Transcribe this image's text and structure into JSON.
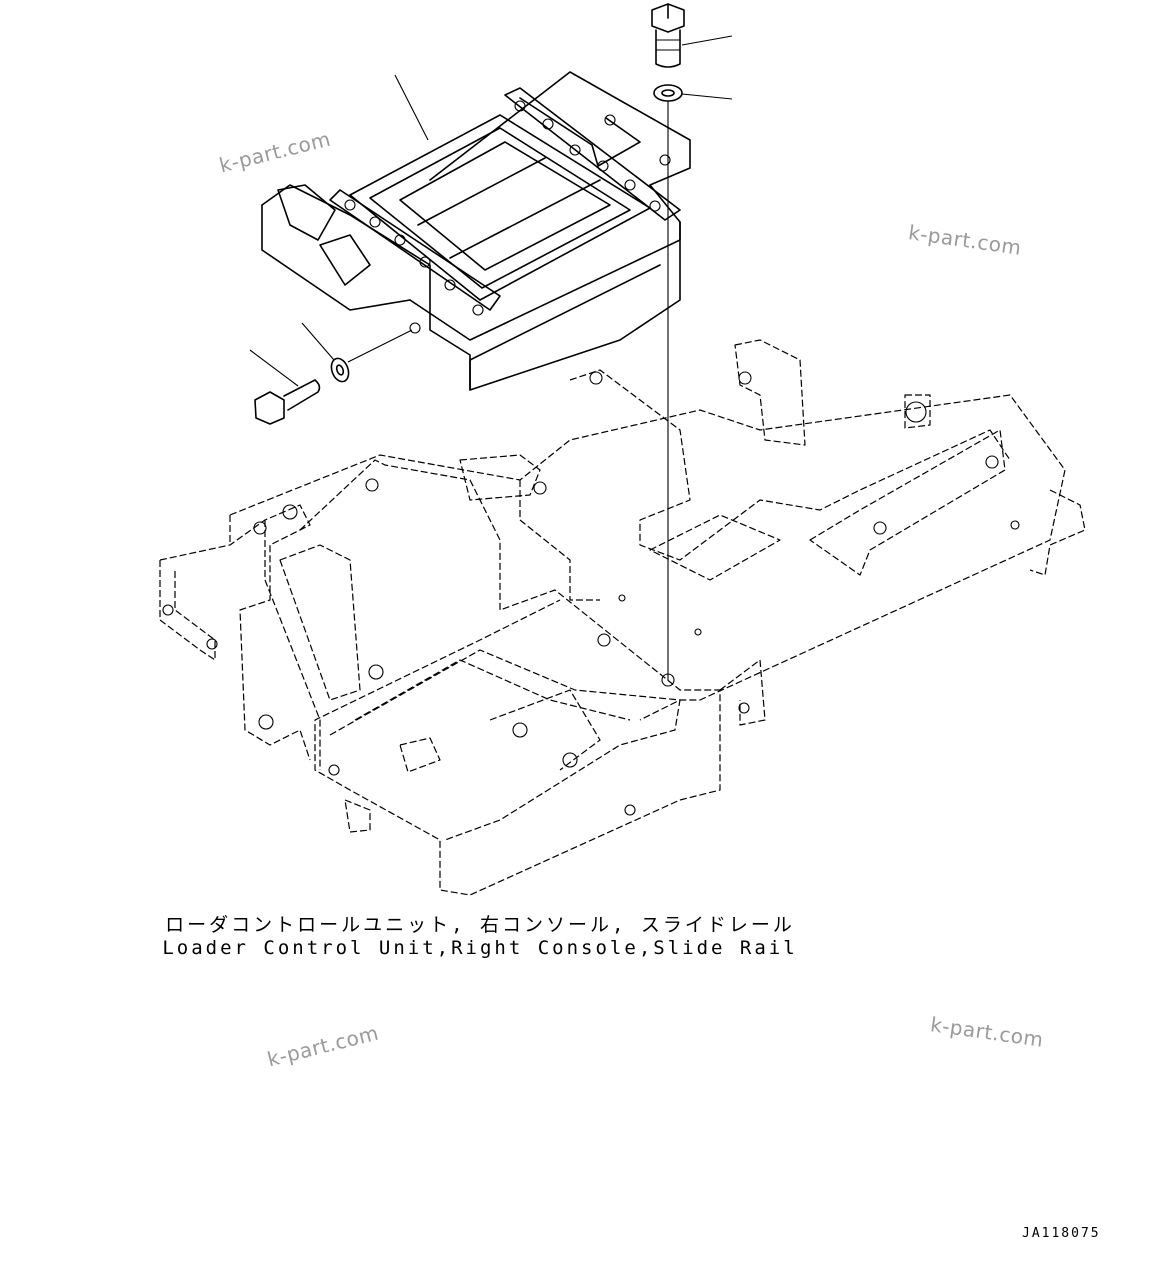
{
  "caption": {
    "line_ja": "ローダコントロールユニット, 右コンソール, スライドレール",
    "line_en": "Loader Control Unit,Right Console,Slide Rail"
  },
  "drawing_code": "JA118075",
  "watermark": "k-part.com",
  "components": [
    "bolt-top",
    "washer-top",
    "console-bracket",
    "washer-side",
    "bolt-side",
    "floor-frame"
  ]
}
